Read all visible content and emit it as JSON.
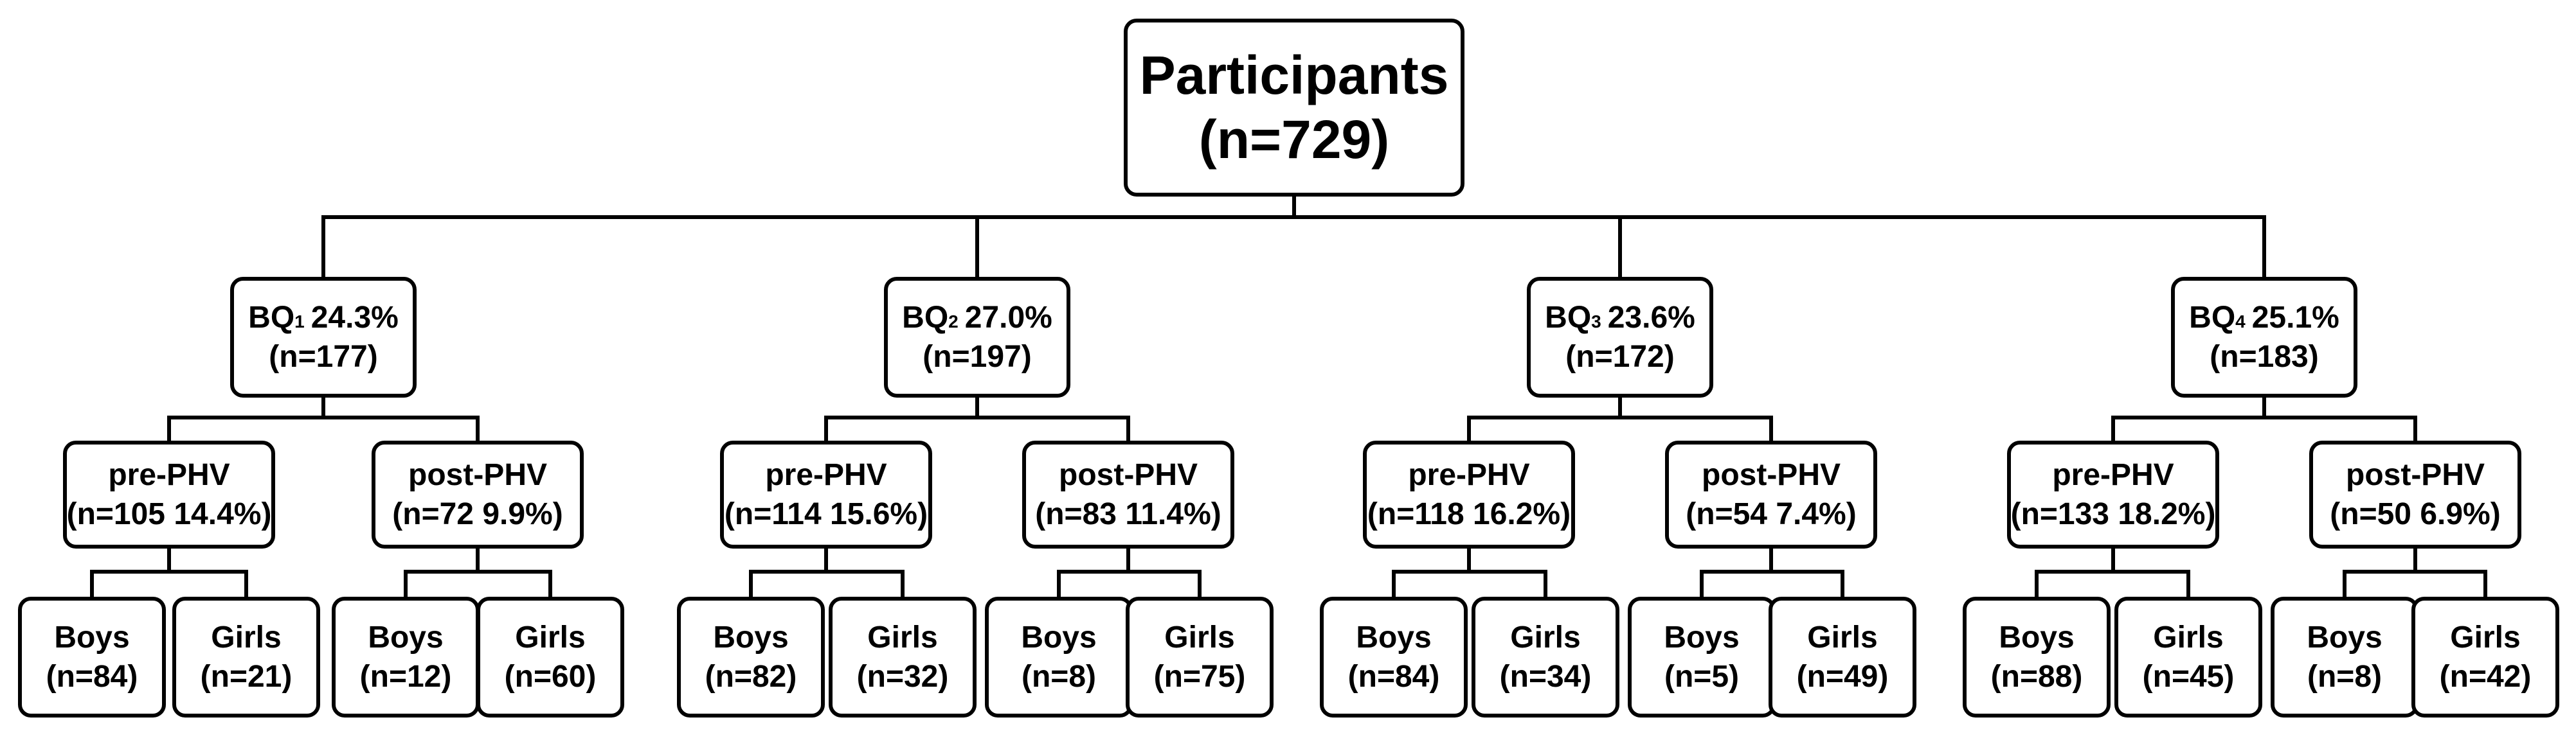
{
  "root": {
    "title": "Participants",
    "count": "(n=729)"
  },
  "groups": [
    {
      "label": "BQ",
      "sub": "1",
      "percent": "24.3%",
      "count": "(n=177)",
      "pre": {
        "label": "pre-PHV",
        "stat": "(n=105 14.4%)",
        "boys": "(n=84)",
        "girls": "(n=21)"
      },
      "post": {
        "label": "post-PHV",
        "stat": "(n=72 9.9%)",
        "boys": "(n=12)",
        "girls": "(n=60)"
      }
    },
    {
      "label": "BQ",
      "sub": "2",
      "percent": "27.0%",
      "count": "(n=197)",
      "pre": {
        "label": "pre-PHV",
        "stat": "(n=114 15.6%)",
        "boys": "(n=82)",
        "girls": "(n=32)"
      },
      "post": {
        "label": "post-PHV",
        "stat": "(n=83 11.4%)",
        "boys": "(n=8)",
        "girls": "(n=75)"
      }
    },
    {
      "label": "BQ",
      "sub": "3",
      "percent": "23.6%",
      "count": "(n=172)",
      "pre": {
        "label": "pre-PHV",
        "stat": "(n=118 16.2%)",
        "boys": "(n=84)",
        "girls": "(n=34)"
      },
      "post": {
        "label": "post-PHV",
        "stat": "(n=54 7.4%)",
        "boys": "(n=5)",
        "girls": "(n=49)"
      }
    },
    {
      "label": "BQ",
      "sub": "4",
      "percent": "25.1%",
      "count": "(n=183)",
      "pre": {
        "label": "pre-PHV",
        "stat": "(n=133 18.2%)",
        "boys": "(n=88)",
        "girls": "(n=45)"
      },
      "post": {
        "label": "post-PHV",
        "stat": "(n=50 6.9%)",
        "boys": "(n=8)",
        "girls": "(n=42)"
      }
    }
  ],
  "labels": {
    "boys": "Boys",
    "girls": "Girls"
  }
}
